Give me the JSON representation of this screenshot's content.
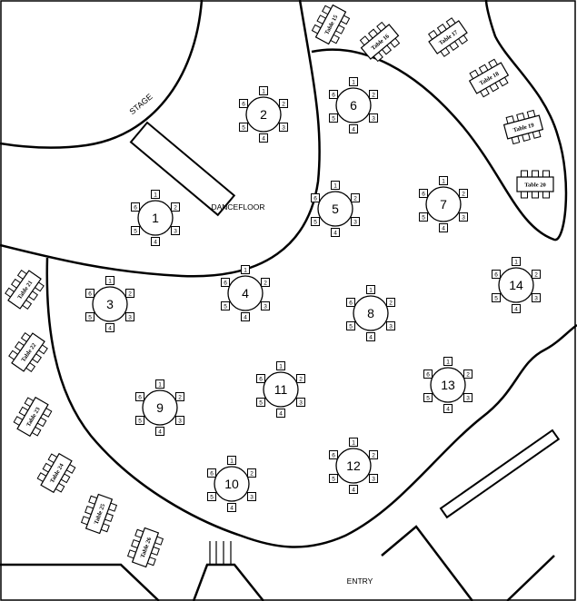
{
  "labels": {
    "stage": "STAGE",
    "dancefloor": "DANCEFLOOR",
    "entry": "ENTRY"
  },
  "round_tables": [
    {
      "number": "1",
      "seats": [
        "1",
        "2",
        "3",
        "4",
        "5",
        "6"
      ]
    },
    {
      "number": "2",
      "seats": [
        "1",
        "2",
        "3",
        "4",
        "5",
        "6"
      ]
    },
    {
      "number": "3",
      "seats": [
        "1",
        "2",
        "3",
        "4",
        "5",
        "6"
      ]
    },
    {
      "number": "4",
      "seats": [
        "1",
        "2",
        "3",
        "4",
        "5",
        "6"
      ]
    },
    {
      "number": "5",
      "seats": [
        "1",
        "2",
        "3",
        "4",
        "5",
        "6"
      ]
    },
    {
      "number": "6",
      "seats": [
        "1",
        "2",
        "3",
        "4",
        "5",
        "6"
      ]
    },
    {
      "number": "7",
      "seats": [
        "1",
        "2",
        "3",
        "4",
        "5",
        "6"
      ]
    },
    {
      "number": "8",
      "seats": [
        "1",
        "2",
        "3",
        "4",
        "5",
        "6"
      ]
    },
    {
      "number": "9",
      "seats": [
        "1",
        "2",
        "3",
        "4",
        "5",
        "6"
      ]
    },
    {
      "number": "10",
      "seats": [
        "1",
        "2",
        "3",
        "4",
        "5",
        "6"
      ]
    },
    {
      "number": "11",
      "seats": [
        "1",
        "2",
        "3",
        "4",
        "5",
        "6"
      ]
    },
    {
      "number": "12",
      "seats": [
        "1",
        "2",
        "3",
        "4",
        "5",
        "6"
      ]
    },
    {
      "number": "13",
      "seats": [
        "1",
        "2",
        "3",
        "4",
        "5",
        "6"
      ]
    },
    {
      "number": "14",
      "seats": [
        "1",
        "2",
        "3",
        "4",
        "5",
        "6"
      ]
    }
  ],
  "long_tables": [
    {
      "label": "Table 15"
    },
    {
      "label": "Table 16"
    },
    {
      "label": "Table 17"
    },
    {
      "label": "Table 18"
    },
    {
      "label": "Table 19"
    },
    {
      "label": "Table 20"
    },
    {
      "label": "Table 21"
    },
    {
      "label": "Table 22"
    },
    {
      "label": "Table 23"
    },
    {
      "label": "Table 24"
    },
    {
      "label": "Table 25"
    },
    {
      "label": "Table 26"
    }
  ]
}
